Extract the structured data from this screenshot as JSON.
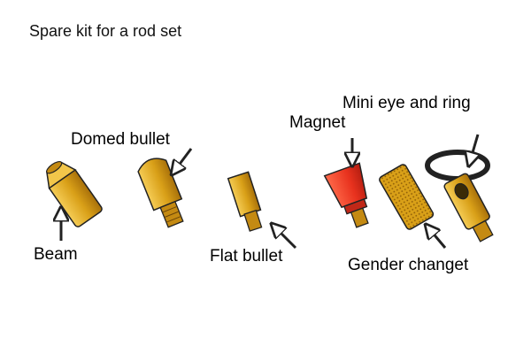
{
  "title": "Spare kit for a rod set",
  "labels": {
    "beam": "Beam",
    "domed_bullet": "Domed bullet",
    "flat_bullet": "Flat bullet",
    "magnet": "Magnet",
    "mini_eye_and_ring": "Mini eye and ring",
    "gender_changet": "Gender changet"
  },
  "colors": {
    "brass": "#d9a018",
    "brass_dark": "#a8700a",
    "brass_light": "#f2c64a",
    "magnet_red": "#e8321e",
    "outline": "#222222"
  }
}
